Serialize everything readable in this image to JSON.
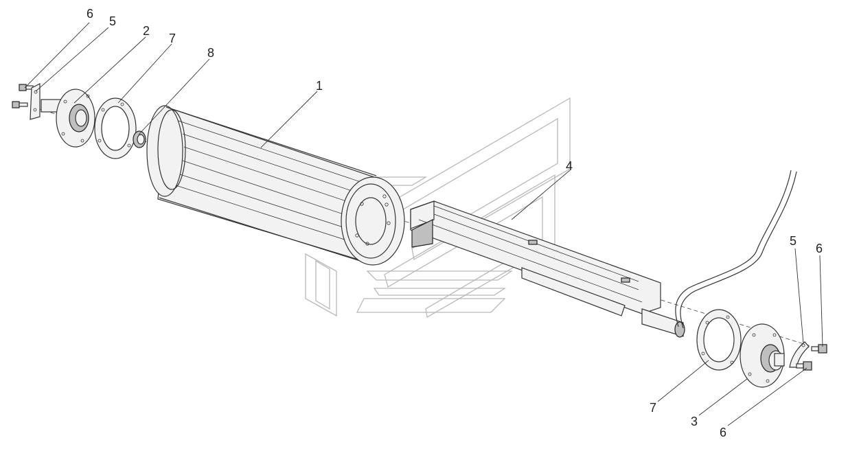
{
  "diagram": {
    "callouts": [
      {
        "id": "c6a",
        "text": "6"
      },
      {
        "id": "c5a",
        "text": "5"
      },
      {
        "id": "c2",
        "text": "2"
      },
      {
        "id": "c7a",
        "text": "7"
      },
      {
        "id": "c8",
        "text": "8"
      },
      {
        "id": "c1",
        "text": "1"
      },
      {
        "id": "c4",
        "text": "4"
      },
      {
        "id": "c5b",
        "text": "5"
      },
      {
        "id": "c6b",
        "text": "6"
      },
      {
        "id": "c7b",
        "text": "7"
      },
      {
        "id": "c3",
        "text": "3"
      },
      {
        "id": "c6c",
        "text": "6"
      }
    ]
  }
}
